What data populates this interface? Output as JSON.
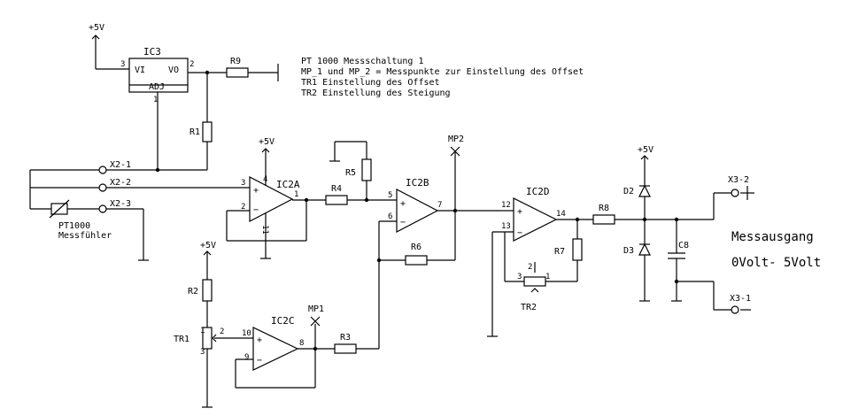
{
  "notes": {
    "line1": "PT 1000 Messschaltung 1",
    "line2": "MP_1 und MP_2 = Messpunkte zur Einstellung des Offset",
    "line3": "TR1 Einstellung des Offset",
    "line4": "TR2 Einstellung des Steigung"
  },
  "output_label": {
    "line1": "Messausgang",
    "line2": "0Volt- 5Volt"
  },
  "power": {
    "ic3": "+5V",
    "ic2a": "+5V",
    "r2": "+5V",
    "d2": "+5V"
  },
  "ic3": {
    "name": "IC3",
    "vi": "VI",
    "vo": "VO",
    "adj": "ADJ",
    "pin3": "3",
    "pin2": "2",
    "pin1": "1"
  },
  "ic2a": {
    "name": "IC2A",
    "p3": "3",
    "p2": "2",
    "p1": "1",
    "p4": "4",
    "p11": "11"
  },
  "ic2b": {
    "name": "IC2B",
    "p5": "5",
    "p6": "6",
    "p7": "7"
  },
  "ic2c": {
    "name": "IC2C",
    "p10": "10",
    "p9": "9",
    "p8": "8"
  },
  "ic2d": {
    "name": "IC2D",
    "p12": "12",
    "p13": "13",
    "p14": "14"
  },
  "resistors": {
    "r1": "R1",
    "r2": "R2",
    "r3": "R3",
    "r4": "R4",
    "r5": "R5",
    "r6": "R6",
    "r7": "R7",
    "r8": "R8",
    "r9": "R9"
  },
  "trimmers": {
    "tr1": {
      "name": "TR1",
      "p1": "1",
      "p2": "2",
      "p3": "3"
    },
    "tr2": {
      "name": "TR2",
      "p1": "1",
      "p2": "2",
      "p3": "3"
    }
  },
  "diodes": {
    "d2": "D2",
    "d3": "D3"
  },
  "capacitor": {
    "c8": "C8"
  },
  "measure_points": {
    "mp1": "MP1",
    "mp2": "MP2"
  },
  "connectors": {
    "x21": "X2-1",
    "x22": "X2-2",
    "x23": "X2-3",
    "x32": "X3-2",
    "x31": "X3-1"
  },
  "sensor": {
    "name": "PT1000",
    "desc": "Messfühler"
  },
  "op_signs": {
    "plus": "+",
    "minus": "−"
  }
}
